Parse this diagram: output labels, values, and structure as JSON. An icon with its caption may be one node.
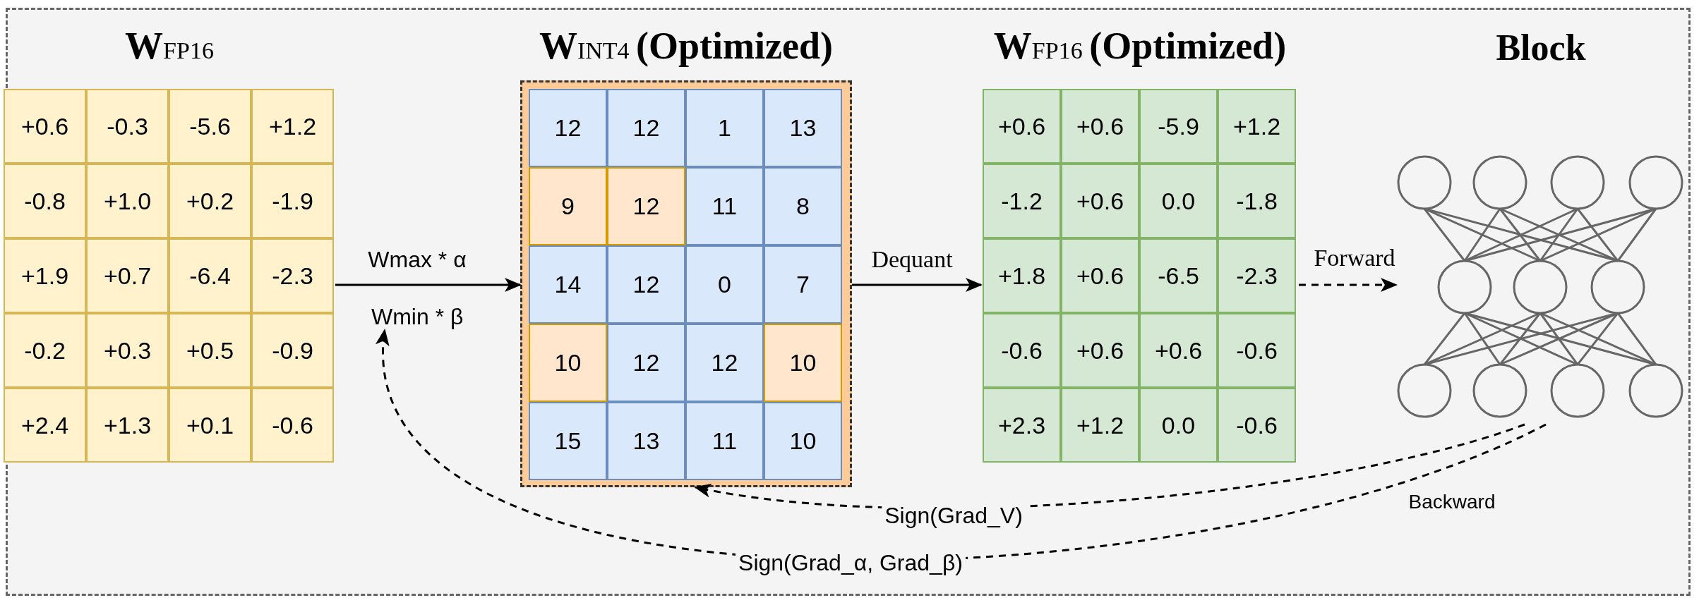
{
  "diagram": {
    "nodes": [
      {
        "text": [
          "**W**$_{FP16}$"
        ]
      },
      {
        "text": [
          "+0.6"
        ],
        "in": 0
      },
      {
        "text": [
          "-0.3"
        ],
        "in": 0
      },
      {
        "text": [
          "-5.6"
        ],
        "in": 0
      },
      {
        "text": [
          "+1.2"
        ],
        "in": 0
      },
      {
        "text": [
          "-0.8"
        ],
        "in": 0
      },
      {
        "text": [
          "+1.0"
        ],
        "in": 0
      },
      {
        "text": [
          "+0.2"
        ],
        "in": 0
      },
      {
        "text": [
          "-1.9"
        ],
        "in": 0
      },
      {
        "text": [
          "+1.9"
        ],
        "in": 0
      },
      {
        "text": [
          "+0.7"
        ],
        "in": 0
      },
      {
        "text": [
          "-6.4"
        ],
        "in": 0
      },
      {
        "text": [
          "-2.3"
        ],
        "in": 0
      },
      {
        "text": [
          "-0.2"
        ],
        "in": 0
      },
      {
        "text": [
          "+0.3"
        ],
        "in": 0
      },
      {
        "text": [
          "+0.5"
        ],
        "in": 0
      },
      {
        "text": [
          "-0.9"
        ],
        "in": 0
      },
      {
        "text": [
          "+2.4"
        ],
        "in": 0
      },
      {
        "text": [
          "+1.3"
        ],
        "in": 0
      },
      {
        "text": [
          "+0.1"
        ],
        "in": 0
      },
      {
        "text": [
          "-0.6"
        ],
        "in": 0
      },
      {
        "text": [
          "**W**$_{INT4}$ **(Optimized)**"
        ]
      },
      {
        "text": [
          "12"
        ],
        "in": 21
      },
      {
        "text": [
          "12"
        ],
        "in": 21
      },
      {
        "text": [
          "1"
        ],
        "in": 21
      },
      {
        "text": [
          "13"
        ],
        "in": 21
      },
      {
        "text": [
          "9"
        ],
        "in": 21
      },
      {
        "text": [
          "12"
        ],
        "in": 21
      },
      {
        "text": [
          "11"
        ],
        "in": 21
      },
      {
        "text": [
          "8"
        ],
        "in": 21
      },
      {
        "text": [
          "14"
        ],
        "in": 21
      },
      {
        "text": [
          "12"
        ],
        "in": 21
      },
      {
        "text": [
          "0"
        ],
        "in": 21
      },
      {
        "text": [
          "7"
        ],
        "in": 21
      },
      {
        "text": [
          "10"
        ],
        "in": 21
      },
      {
        "text": [
          "12"
        ],
        "in": 21
      },
      {
        "text": [
          "12"
        ],
        "in": 21
      },
      {
        "text": [
          "10"
        ],
        "in": 21
      },
      {
        "text": [
          "15"
        ],
        "in": 21
      },
      {
        "text": [
          "13"
        ],
        "in": 21
      },
      {
        "text": [
          "11"
        ],
        "in": 21
      },
      {
        "text": [
          "10"
        ],
        "in": 21
      },
      {
        "text": [
          "**W**$_{FP16}$ **(Optimized)**"
        ]
      },
      {
        "text": [
          "+0.6"
        ],
        "in": 42
      },
      {
        "text": [
          "+0.6"
        ],
        "in": 42
      },
      {
        "text": [
          "-5.9"
        ],
        "in": 42
      },
      {
        "text": [
          "+1.2"
        ],
        "in": 42
      },
      {
        "text": [
          "-1.2"
        ],
        "in": 42
      },
      {
        "text": [
          "+0.6"
        ],
        "in": 42
      },
      {
        "text": [
          "0.0"
        ],
        "in": 42
      },
      {
        "text": [
          "-1.8"
        ],
        "in": 42
      },
      {
        "text": [
          "+1.8"
        ],
        "in": 42
      },
      {
        "text": [
          "+0.6"
        ],
        "in": 42
      },
      {
        "text": [
          "-6.5"
        ],
        "in": 42
      },
      {
        "text": [
          "-2.3"
        ],
        "in": 42
      },
      {
        "text": [
          "-0.6"
        ],
        "in": 42
      },
      {
        "text": [
          "+0.6"
        ],
        "in": 42
      },
      {
        "text": [
          "+0.6"
        ],
        "in": 42
      },
      {
        "text": [
          "-0.6"
        ],
        "in": 42
      },
      {
        "text": [
          "+2.3"
        ],
        "in": 42
      },
      {
        "text": [
          "+1.2"
        ],
        "in": 42
      },
      {
        "text": [
          "0.0"
        ],
        "in": 42
      },
      {
        "text": [
          "-0.6"
        ],
        "in": 42
      },
      {
        "text": [
          "Block"
        ]
      },
      {
        "text": [
          "Wmin * β"
        ]
      }
    ],
    "edges": [
      {
        "from": 0,
        "to": 21,
        "arrow": "to",
        "label": "Wmax * α"
      },
      {
        "from": 21,
        "to": 42,
        "arrow": "to",
        "label": "Dequant"
      },
      {
        "from": 42,
        "to": 63,
        "arrow": "to",
        "label": "Forward",
        "style": "dashed"
      },
      {
        "from": 63,
        "to": 21,
        "arrow": "to",
        "label": "Sign(Grad_V)",
        "style": "dashed"
      },
      {
        "from": 63,
        "to": 64,
        "arrow": "to",
        "label": "Sign(Grad_α, Grad_β)",
        "style": "dashed"
      }
    ],
    "labels": [
      "Backward"
    ]
  }
}
